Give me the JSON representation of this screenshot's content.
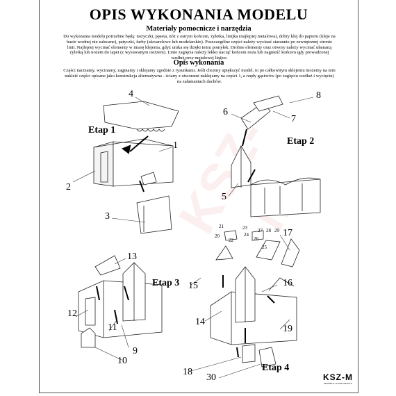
{
  "header": {
    "title": "OPIS WYKONANIA MODELU",
    "materials_heading": "Materiały pomocnicze i narzędzia",
    "materials_text": "Do wykonania modelu potrzebne będą: nożyczki, pęseta, nóż z ostrym końcem, żyletka, linijka (najlepiej metalowa), dobry klej do papieru (kleje na bazie wodnej nie zalecane), patyczki, farby (akwarelowe lub modelarskie). Poszczególne części należy wycinać starannie po zewnętrznej stronie linii. Najlepiej wycinać elementy w miarę klejenia, gdyż unika się dzięki temu pomyłek. Drobne elementy oraz otwory należy wycinać ułamaną żyletką lub nożem do tapet (z wysuwanym ostrzem). Linie zagięcia należy lekko naciąć końcem noża lub nagnieść końcem igły prowadzonej wzdłuż przy metalowej linijce.",
    "execution_heading": "Opis wykonania",
    "execution_text": "Części nacinamy, wycinamy, zaginamy i sklejamy zgodnie z rysunkami. Jeśli chcemy upiększyć model, to po całkowitym sklejeniu możemy na nim nakleić części opisane jako konstrukcja alternatywna - ściany z otworami naklejamy na części 1, a rzędy gąsiorów (po zagięciu wzdłuż i wycięciu) na załamaniach dachów."
  },
  "stages": {
    "etap1": "Etap 1",
    "etap2": "Etap 2",
    "etap3": "Etap 3",
    "etap4": "Etap 4"
  },
  "part_numbers": {
    "p1": "1",
    "p2": "2",
    "p3": "3",
    "p4": "4",
    "p5": "5",
    "p6": "6",
    "p7": "7",
    "p8": "8",
    "p9": "9",
    "p10": "10",
    "p11": "11",
    "p12": "12",
    "p13": "13",
    "p14": "14",
    "p15": "15",
    "p16": "16",
    "p17": "17",
    "p18": "18",
    "p19": "19",
    "p20": "20",
    "p21": "21",
    "p22": "22",
    "p23": "23",
    "p24": "24",
    "p25": "25",
    "p26": "26",
    "p27": "27",
    "p28": "28",
    "p29": "29",
    "p30": "30"
  },
  "branding": {
    "logo": "KSZ-M",
    "logo_tagline": "MODELE KARTONOWE",
    "watermark": "KSZ-M"
  }
}
